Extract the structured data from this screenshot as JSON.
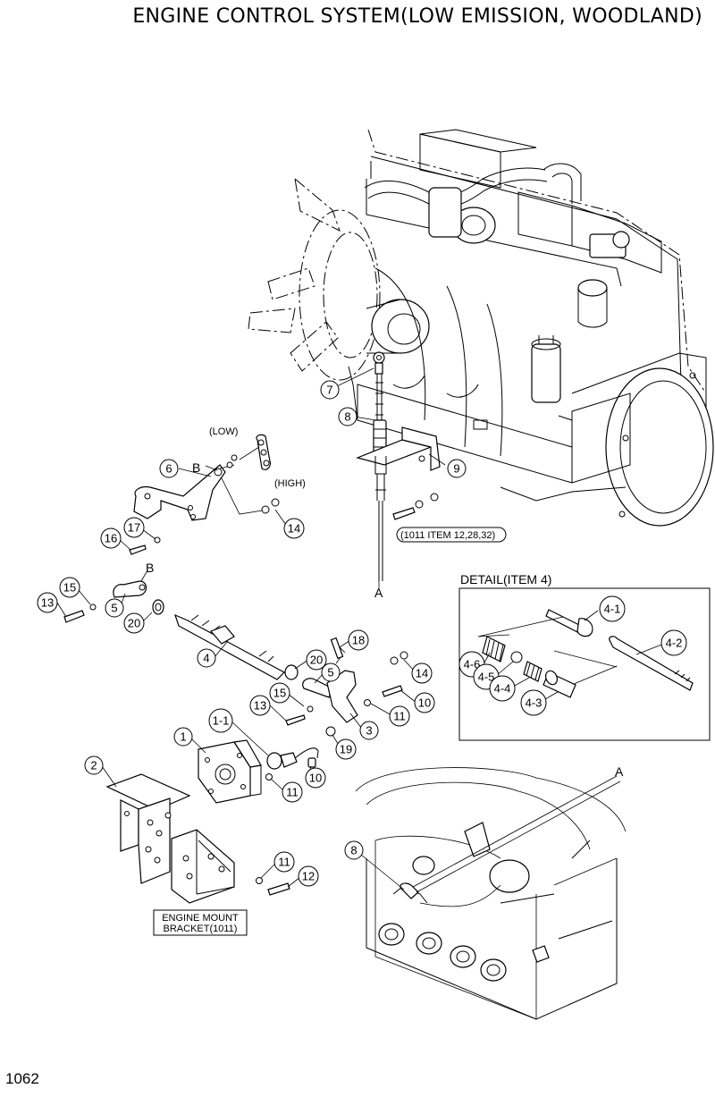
{
  "header": {
    "title": "ENGINE CONTROL SYSTEM(LOW EMISSION, WOODLAND)"
  },
  "footer": {
    "page_number": "1062"
  },
  "callouts": {
    "c7": "7",
    "c8": "8",
    "c9": "9",
    "c6": "6",
    "c14a": "14",
    "c16": "16",
    "c17": "17",
    "c15a": "15",
    "c13a": "13",
    "c5a": "5",
    "c20a": "20",
    "c4": "4",
    "c18": "18",
    "c20b": "20",
    "c5b": "5",
    "c14b": "14",
    "c15b": "15",
    "c10a": "10",
    "c13b": "13",
    "c11a": "11",
    "c3": "3",
    "c1_1": "1-1",
    "c1": "1",
    "c19": "19",
    "c2": "2",
    "c11b": "11",
    "c10b": "10",
    "c11c": "11",
    "c12": "12",
    "c8b": "8",
    "d4_1": "4-1",
    "d4_2": "4-2",
    "d4_6": "4-6",
    "d4_5": "4-5",
    "d4_4": "4-4",
    "d4_3": "4-3"
  },
  "annotations": {
    "low": "(LOW)",
    "high": "(HIGH)",
    "ref_b_upper": "B",
    "ref_b_lower": "B",
    "ref_a_upper": "A",
    "ref_a_lower": "A",
    "item_ref": "(1011 ITEM 12,28,32)",
    "bracket_line1": "ENGINE MOUNT",
    "bracket_line2": "BRACKET(1011)",
    "detail_title": "DETAIL(ITEM 4)"
  }
}
